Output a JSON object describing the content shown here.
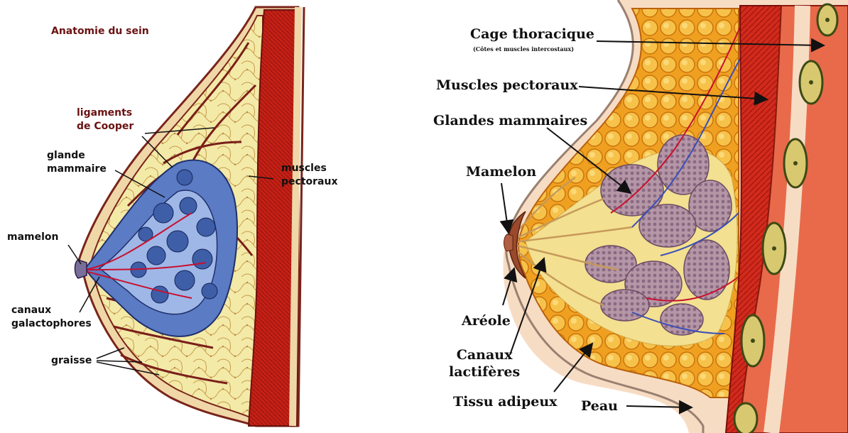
{
  "left": {
    "title": "Anatomie du sein",
    "labels": {
      "ligaments_line1": "ligaments",
      "ligaments_line2": "de Cooper",
      "glande_line1": "glande",
      "glande_line2": "mammaire",
      "mamelon": "mamelon",
      "canaux_line1": "canaux",
      "canaux_line2": "galactophores",
      "graisse": "graisse",
      "muscles_line1": "muscles",
      "muscles_line2": "pectoraux"
    }
  },
  "right": {
    "labels": {
      "cage": "Cage thoracique",
      "cage_sub": "(Côtes et muscles intercostaux)",
      "muscles": "Muscles pectoraux",
      "glandes": "Glandes mammaires",
      "mamelon": "Mamelon",
      "areole": "Aréole",
      "canaux_line1": "Canaux",
      "canaux_line2": "lactifères",
      "tissu": "Tissu adipeux",
      "peau": "Peau"
    }
  },
  "colors": {
    "fat": "#f1e6a4",
    "fat_outline": "#8a2a1f",
    "muscle": "#c42216",
    "gland": "#6a86c8",
    "skin": "#f6dcc2",
    "adipose": "#f5a623"
  }
}
